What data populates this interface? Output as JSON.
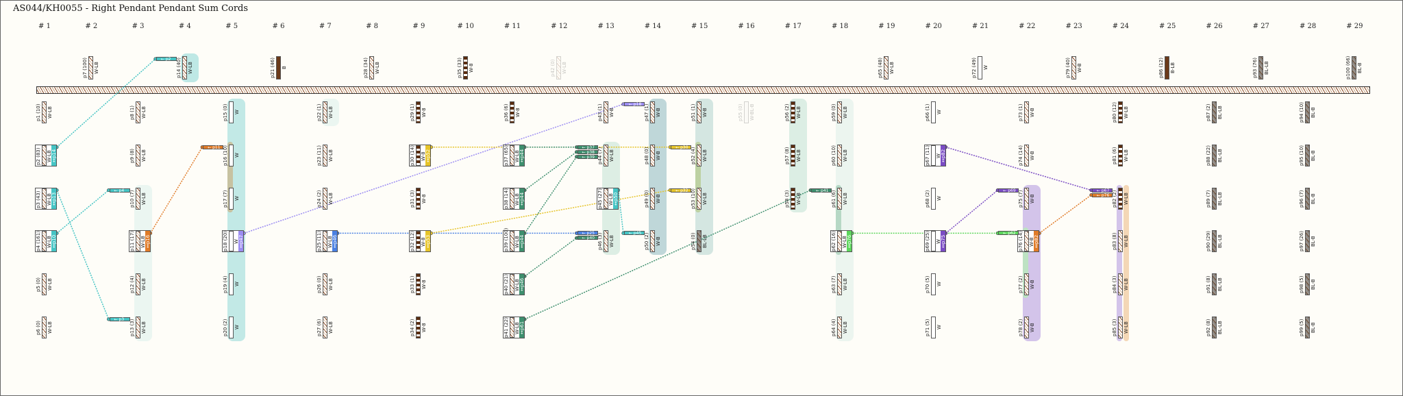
{
  "title": "AS044/KH0055 - Right Pendant Pendant Sum Cords",
  "columns": [
    "# 1",
    "# 2",
    "# 3",
    "# 4",
    "# 5",
    "# 6",
    "# 7",
    "# 8",
    "# 9",
    "# 10",
    "# 11",
    "# 12",
    "# 13",
    "# 14",
    "# 15",
    "# 16",
    "# 17",
    "# 18",
    "# 19",
    "# 20",
    "# 21",
    "# 22",
    "# 23",
    "# 24",
    "# 25",
    "# 26",
    "# 27",
    "# 28",
    "# 29"
  ],
  "sum_colors": {
    "teal": "#45c4c4",
    "orange": "#e07b28",
    "lavender": "#9c8df2",
    "blue": "#4a80e2",
    "yellow": "#e6c42a",
    "green": "#3e8f6e",
    "lime": "#5cd65c",
    "purple": "#7a4cc4"
  },
  "cords": [
    {
      "id": "p1",
      "label": "p1 (10)",
      "color": "W-LB",
      "col": 1,
      "row": 1
    },
    {
      "id": "p2",
      "label": "p2 (83)",
      "color": "W-LB",
      "col": 1,
      "row": 2,
      "sum": "p14",
      "sum_label": "↔p14",
      "sum_color": "teal"
    },
    {
      "id": "p3",
      "label": "p3 (43)",
      "color": "W-LB",
      "col": 1,
      "row": 3,
      "sum": "p13",
      "sum_label": "↔p13",
      "sum_color": "teal"
    },
    {
      "id": "p4",
      "label": "p4 (161)",
      "color": "W-LB",
      "col": 1,
      "row": 4,
      "sum": "p10",
      "sum_label": "↔p10",
      "sum_color": "teal"
    },
    {
      "id": "p5",
      "label": "p5 (0)",
      "color": "W-LB",
      "col": 1,
      "row": 5
    },
    {
      "id": "p6",
      "label": "p6 (0)",
      "color": "W-LB",
      "col": 1,
      "row": 6
    },
    {
      "id": "p7",
      "label": "p7 (100)",
      "color": "W-LB",
      "col": 2,
      "row": 0
    },
    {
      "id": "p8",
      "label": "p8 (1)",
      "color": "W-LB",
      "col": 3,
      "row": 1
    },
    {
      "id": "p9",
      "label": "p9 (8)",
      "color": "W-LB",
      "col": 3,
      "row": 2
    },
    {
      "id": "p10",
      "label": "p10 (7)",
      "color": "W-LB",
      "col": 3,
      "row": 3
    },
    {
      "id": "p11",
      "label": "p11 (17)",
      "color": "W-LB",
      "col": 3,
      "row": 4,
      "sum": "p16",
      "sum_label": "↔p16",
      "sum_color": "orange"
    },
    {
      "id": "p12",
      "label": "p12 (4)",
      "color": "W-LB",
      "col": 3,
      "row": 5
    },
    {
      "id": "p13",
      "label": "p13 (3)",
      "color": "W-LB",
      "col": 3,
      "row": 6
    },
    {
      "id": "p14",
      "label": "p14 (40)",
      "color": "W-LB",
      "col": 4,
      "row": 0
    },
    {
      "id": "p15",
      "label": "p15 (0)",
      "color": "W",
      "col": 5,
      "row": 1
    },
    {
      "id": "p16",
      "label": "p16 (10)",
      "color": "W",
      "col": 5,
      "row": 2
    },
    {
      "id": "p17",
      "label": "p17 (7)",
      "color": "W",
      "col": 5,
      "row": 3
    },
    {
      "id": "p18",
      "label": "p18 (20)",
      "color": "W",
      "col": 5,
      "row": 4,
      "sum": "p47",
      "sum_label": "↔p47",
      "sum_color": "lavender"
    },
    {
      "id": "p19",
      "label": "p19 (4)",
      "color": "W",
      "col": 5,
      "row": 5
    },
    {
      "id": "p20",
      "label": "p20 (2)",
      "color": "W",
      "col": 5,
      "row": 6
    },
    {
      "id": "p21",
      "label": "p21 (46)",
      "color": "B",
      "col": 6,
      "row": 0
    },
    {
      "id": "p22",
      "label": "p22 (1)",
      "color": "W-LB",
      "col": 7,
      "row": 1
    },
    {
      "id": "p23",
      "label": "p23 (11)",
      "color": "W-LB",
      "col": 7,
      "row": 2
    },
    {
      "id": "p24",
      "label": "p24 (2)",
      "color": "W-LB",
      "col": 7,
      "row": 3
    },
    {
      "id": "p25",
      "label": "p25 (11)",
      "color": "W-LB",
      "col": 7,
      "row": 4,
      "sum": "p46",
      "sum_label": "↔p46",
      "sum_color": "blue"
    },
    {
      "id": "p26",
      "label": "p26 (0)",
      "color": "W-LB",
      "col": 7,
      "row": 5
    },
    {
      "id": "p27",
      "label": "p27 (6)",
      "color": "W-LB",
      "col": 7,
      "row": 6
    },
    {
      "id": "p28",
      "label": "p28 (34)",
      "color": "W-LB",
      "col": 8,
      "row": 0
    },
    {
      "id": "p29",
      "label": "p29 (1)",
      "color": "W-8",
      "col": 9,
      "row": 1
    },
    {
      "id": "p30",
      "label": "p30 (14)",
      "color": "W-8",
      "col": 9,
      "row": 2,
      "sum": "p52",
      "sum_label": "↔p52",
      "sum_color": "yellow"
    },
    {
      "id": "p31",
      "label": "p31 (3)",
      "color": "W-8",
      "col": 9,
      "row": 3
    },
    {
      "id": "p32",
      "label": "p32 (12)",
      "color": "W-8",
      "col": 9,
      "row": 4,
      "sum": "p53",
      "sum_label": "↔p53",
      "sum_color": "yellow"
    },
    {
      "id": "p33",
      "label": "p33 (1)",
      "color": "W-8",
      "col": 9,
      "row": 5
    },
    {
      "id": "p34",
      "label": "p34 (2)",
      "color": "W-8",
      "col": 9,
      "row": 6
    },
    {
      "id": "p35",
      "label": "p35 (33)",
      "color": "W-8",
      "col": 10,
      "row": 0
    },
    {
      "id": "p36",
      "label": "p36 (6)",
      "color": "W-8",
      "col": 11,
      "row": 1
    },
    {
      "id": "p37",
      "label": "p37 (65)",
      "color": "W-LB",
      "col": 11,
      "row": 2,
      "sum": "p44",
      "sum_label": "↔p44",
      "sum_color": "green"
    },
    {
      "id": "p38",
      "label": "p38 (14)",
      "color": "W-LB",
      "col": 11,
      "row": 3,
      "sum": "p44",
      "sum_label": "↔p44",
      "sum_color": "green"
    },
    {
      "id": "p39",
      "label": "p39 (100)",
      "color": "W-LB",
      "col": 11,
      "row": 4,
      "sum": "p44",
      "sum_label": "↔p44",
      "sum_color": "green"
    },
    {
      "id": "p40",
      "label": "p40 (21)",
      "color": "W-LB",
      "col": 11,
      "row": 5,
      "sum": "p46",
      "sum_label": "↔p46",
      "sum_color": "green"
    },
    {
      "id": "p41",
      "label": "p41 (22)",
      "color": "W-LB",
      "col": 11,
      "row": 6,
      "sum": "p61",
      "sum_label": "↔p61",
      "sum_color": "green"
    },
    {
      "id": "p42",
      "label": "p42 (0)",
      "color": "W-LB",
      "col": 12,
      "row": 0,
      "faint": true
    },
    {
      "id": "p43",
      "label": "p43 (1)",
      "color": "W-B",
      "col": 13,
      "row": 1
    },
    {
      "id": "p44",
      "label": "p44 (7)",
      "color": "W-LB",
      "col": 13,
      "row": 2
    },
    {
      "id": "p45",
      "label": "p45 (27)",
      "color": "W-LB",
      "col": 13,
      "row": 3,
      "sum": "p50",
      "sum_label": "↔p50",
      "sum_color": "teal"
    },
    {
      "id": "p46",
      "label": "p46 (3)",
      "color": "W-LB",
      "col": 13,
      "row": 4
    },
    {
      "id": "p47",
      "label": "p47 (1)",
      "color": "W-B",
      "col": 14,
      "row": 1
    },
    {
      "id": "p48",
      "label": "p48 (0)",
      "color": "W-B",
      "col": 14,
      "row": 2
    },
    {
      "id": "p49",
      "label": "p49 (0)",
      "color": "W-B",
      "col": 14,
      "row": 3
    },
    {
      "id": "p50",
      "label": "p50 (2)",
      "color": "W-B",
      "col": 14,
      "row": 4
    },
    {
      "id": "p51",
      "label": "p51 (1)",
      "color": "W-B",
      "col": 15,
      "row": 1
    },
    {
      "id": "p52",
      "label": "p52 (4)",
      "color": "W-LB",
      "col": 15,
      "row": 2
    },
    {
      "id": "p53",
      "label": "p53 (10)",
      "color": "W-LB",
      "col": 15,
      "row": 3
    },
    {
      "id": "p54",
      "label": "p54 (0)",
      "color": "BL-LB",
      "col": 15,
      "row": 4
    },
    {
      "id": "p55",
      "label": "p55 (0)",
      "color": "W-BL-B",
      "col": 16,
      "row": 1,
      "faint": true
    },
    {
      "id": "p56",
      "label": "p56 (2)",
      "color": "W-LB",
      "col": 17,
      "row": 1,
      "pattern": "W-8"
    },
    {
      "id": "p57",
      "label": "p57 (8)",
      "color": "W-LB",
      "col": 17,
      "row": 2,
      "pattern": "W-8"
    },
    {
      "id": "p58",
      "label": "p58 (3)",
      "color": "W-LB",
      "col": 17,
      "row": 3,
      "pattern": "W-8"
    },
    {
      "id": "p59",
      "label": "p59 (0)",
      "color": "W-LB",
      "col": 18,
      "row": 1
    },
    {
      "id": "p60",
      "label": "p60 (10)",
      "color": "W-LB",
      "col": 18,
      "row": 2
    },
    {
      "id": "p61",
      "label": "p61 (6)",
      "color": "W-LB",
      "col": 18,
      "row": 3
    },
    {
      "id": "p62",
      "label": "p62 (16)",
      "color": "W-LB",
      "col": 18,
      "row": 4,
      "sum": "p76",
      "sum_label": "↔p76",
      "sum_color": "lime"
    },
    {
      "id": "p63",
      "label": "p63 (7)",
      "color": "W-LB",
      "col": 18,
      "row": 5
    },
    {
      "id": "p64",
      "label": "p64 (4)",
      "color": "W-LB",
      "col": 18,
      "row": 6
    },
    {
      "id": "p65",
      "label": "p65 (48)",
      "color": "W-LB",
      "col": 19,
      "row": 0
    },
    {
      "id": "p66",
      "label": "p66 (1)",
      "color": "W",
      "col": 20,
      "row": 1
    },
    {
      "id": "p67",
      "label": "p67 (11)",
      "color": "W",
      "col": 20,
      "row": 2,
      "sum": "p82",
      "sum_label": "↔p82",
      "sum_color": "purple"
    },
    {
      "id": "p68",
      "label": "p68 (2)",
      "color": "W",
      "col": 20,
      "row": 3
    },
    {
      "id": "p69",
      "label": "p69 (25)",
      "color": "W",
      "col": 20,
      "row": 4,
      "sum": "p75",
      "sum_label": "↔p75",
      "sum_color": "purple"
    },
    {
      "id": "p70",
      "label": "p70 (5)",
      "color": "W",
      "col": 20,
      "row": 5
    },
    {
      "id": "p71",
      "label": "p71 (5)",
      "color": "W",
      "col": 20,
      "row": 6
    },
    {
      "id": "p72",
      "label": "p72 (49)",
      "color": "W",
      "col": 21,
      "row": 0
    },
    {
      "id": "p73",
      "label": "p73 (1)",
      "color": "W-B",
      "col": 22,
      "row": 1
    },
    {
      "id": "p74",
      "label": "p74 (14)",
      "color": "W-B",
      "col": 22,
      "row": 2
    },
    {
      "id": "p75",
      "label": "p75 (7)",
      "color": "W-B",
      "col": 22,
      "row": 3
    },
    {
      "id": "p76",
      "label": "p76 (14)",
      "color": "W-B",
      "col": 22,
      "row": 4,
      "sum": "p82",
      "sum_label": "↔p82",
      "sum_color": "orange"
    },
    {
      "id": "p77",
      "label": "p77 (2)",
      "color": "W-B",
      "col": 22,
      "row": 5
    },
    {
      "id": "p78",
      "label": "p78 (2)",
      "color": "W-B",
      "col": 22,
      "row": 6
    },
    {
      "id": "p79",
      "label": "p79 (40)",
      "color": "W-B",
      "col": 23,
      "row": 0
    },
    {
      "id": "p80",
      "label": "p80 (12)",
      "color": "W-LB",
      "col": 24,
      "row": 1,
      "pattern": "W-8"
    },
    {
      "id": "p81",
      "label": "p81 (6)",
      "color": "W-LB",
      "col": 24,
      "row": 2,
      "pattern": "W-8"
    },
    {
      "id": "p82",
      "label": "p82 (2)",
      "color": "W-LB",
      "col": 24,
      "row": 3,
      "pattern": "W-8"
    },
    {
      "id": "p83",
      "label": "p83 (8)",
      "color": "W-LB",
      "col": 24,
      "row": 4
    },
    {
      "id": "p84",
      "label": "p84 (3)",
      "color": "W-LB",
      "col": 24,
      "row": 5
    },
    {
      "id": "p85",
      "label": "p85 (3)",
      "color": "W-LB",
      "col": 24,
      "row": 6
    },
    {
      "id": "p86",
      "label": "p86 (12)",
      "color": "B-LB",
      "col": 25,
      "row": 0
    },
    {
      "id": "p87",
      "label": "p87 (2)",
      "color": "BL-LB",
      "col": 26,
      "row": 1
    },
    {
      "id": "p88",
      "label": "p88 (22)",
      "color": "BL-LB",
      "col": 26,
      "row": 2
    },
    {
      "id": "p89",
      "label": "p89 (7)",
      "color": "BL-LB",
      "col": 26,
      "row": 3
    },
    {
      "id": "p90",
      "label": "p90 (29)",
      "color": "BL-LB",
      "col": 26,
      "row": 4
    },
    {
      "id": "p91",
      "label": "p91 (8)",
      "color": "BL-LB",
      "col": 26,
      "row": 5
    },
    {
      "id": "p92",
      "label": "p92 (8)",
      "color": "BL-LB",
      "col": 26,
      "row": 6
    },
    {
      "id": "p93",
      "label": "p93 (76)",
      "color": "BL-LB",
      "col": 27,
      "row": 0
    },
    {
      "id": "p94",
      "label": "p94 (10)",
      "color": "BL-B",
      "col": 28,
      "row": 1
    },
    {
      "id": "p95",
      "label": "p95 (10)",
      "color": "BL-B",
      "col": 28,
      "row": 2
    },
    {
      "id": "p96",
      "label": "p96 (7)",
      "color": "BL-B",
      "col": 28,
      "row": 3
    },
    {
      "id": "p97",
      "label": "p97 (26)",
      "color": "BL-B",
      "col": 28,
      "row": 4
    },
    {
      "id": "p98",
      "label": "p98 (5)",
      "color": "BL-B",
      "col": 28,
      "row": 5
    },
    {
      "id": "p99",
      "label": "p99 (5)",
      "color": "BL-B",
      "col": 28,
      "row": 6
    },
    {
      "id": "p100",
      "label": "p100 (66)",
      "color": "BL-B",
      "col": 29,
      "row": 0
    }
  ]
}
